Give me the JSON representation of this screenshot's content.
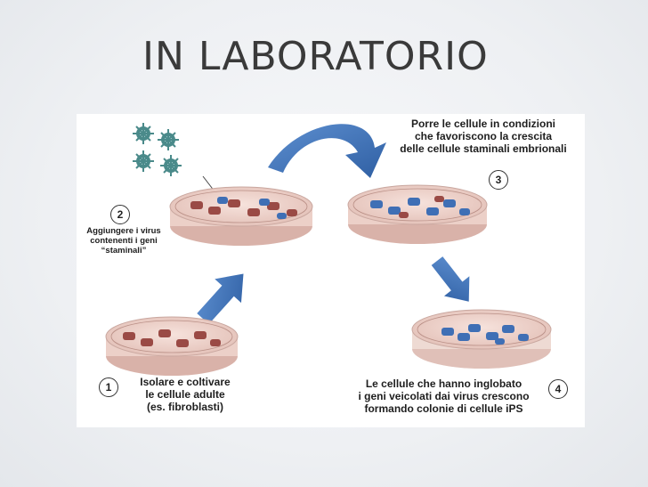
{
  "slide": {
    "title": "IN LABORATORIO"
  },
  "diagram": {
    "steps": [
      {
        "number": "1",
        "caption_lines": [
          "Isolare e coltivare",
          "le cellule adulte",
          "(es. fibroblasti)"
        ]
      },
      {
        "number": "2",
        "caption_lines": [
          "Aggiungere i virus",
          "contenenti i geni",
          "“staminali”"
        ]
      },
      {
        "number": "3",
        "caption_lines": [
          "Porre le cellule in condizioni",
          "che favoriscono la crescita",
          "delle cellule staminali embrionali"
        ]
      },
      {
        "number": "4",
        "caption_lines": [
          "Le cellule che hanno inglobato",
          "i geni veicolati dai virus crescono",
          "formando colonie di cellule iPS"
        ]
      }
    ],
    "colors": {
      "arrow": "#3e74b8",
      "dish_fill": "#f0d6cf",
      "dish_rim": "#c9a79f",
      "adult_cell": "#9a4a45",
      "ips_cell": "#3f6fb5",
      "virus": "#4a8a8a"
    }
  }
}
